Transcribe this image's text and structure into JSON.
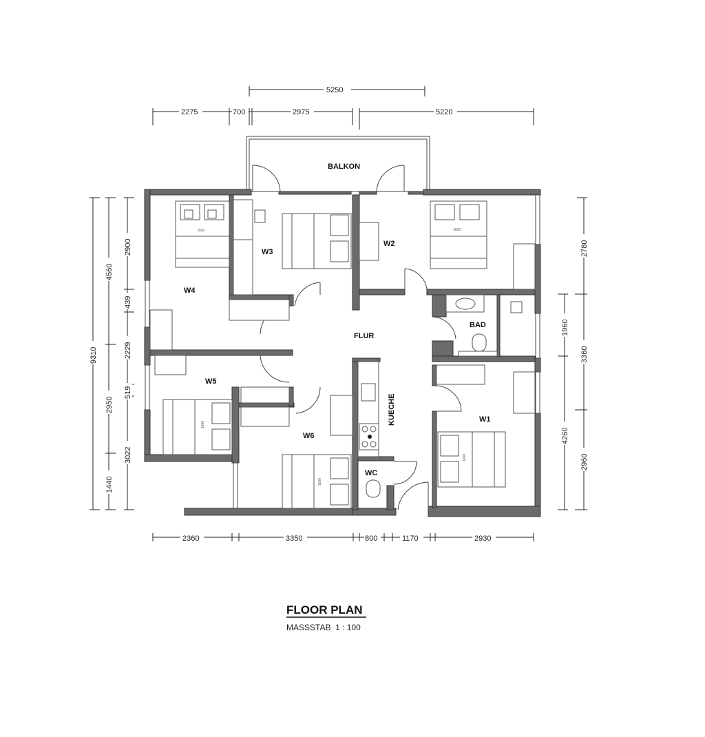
{
  "title": "FLOOR PLAN",
  "scale_label": "MASSSTAB  1 : 100",
  "rooms": {
    "balkon": "BALKON",
    "w1": "W1",
    "w2": "W2",
    "w3": "W3",
    "w4": "W4",
    "w5": "W5",
    "w6": "W6",
    "flur": "FLUR",
    "bad": "BAD",
    "kueche": "KUECHE",
    "wc": "WC"
  },
  "bed_widths": {
    "w4": "1600",
    "w2": "1600",
    "w1": "1600",
    "w5": "1600",
    "w6": "1600"
  },
  "dimensions": {
    "top_overall": "5250",
    "top": [
      "2275",
      "700",
      "2975",
      "5220"
    ],
    "bottom": [
      "2360",
      "3350",
      "800",
      "1170",
      "2930"
    ],
    "left_overall": "9310",
    "left_mid": [
      "4560",
      "2950",
      "1440"
    ],
    "left_inner": [
      "2900",
      "439",
      "2229",
      "519",
      "3022"
    ],
    "right_inner": [
      "1960",
      "4260"
    ],
    "right_outer": [
      "2780",
      "3360",
      "2960"
    ]
  }
}
